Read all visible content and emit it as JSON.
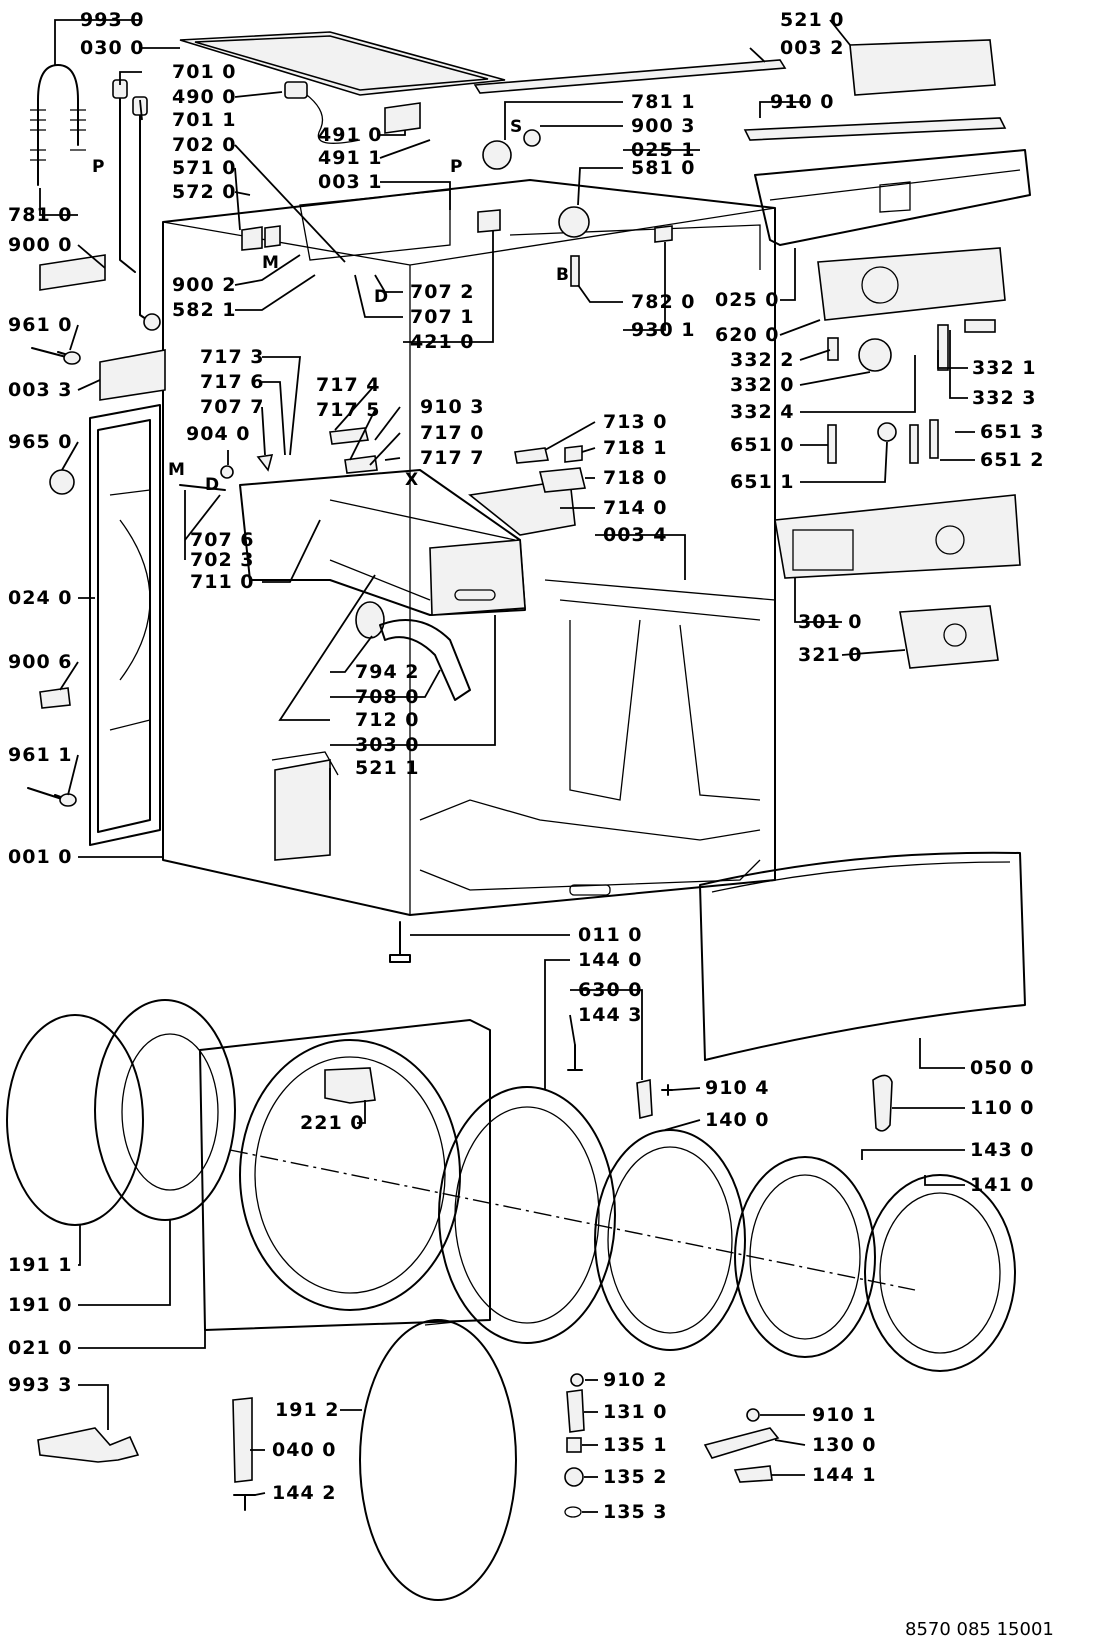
{
  "diagram": {
    "document_number": "8570 085 15001",
    "part_labels": [
      {
        "code": "993 0"
      },
      {
        "code": "030 0"
      },
      {
        "code": "701 0"
      },
      {
        "code": "490 0"
      },
      {
        "code": "701 1"
      },
      {
        "code": "702 0"
      },
      {
        "code": "571 0"
      },
      {
        "code": "572 0"
      },
      {
        "code": "781 0"
      },
      {
        "code": "900 0"
      },
      {
        "code": "900 2"
      },
      {
        "code": "582 1"
      },
      {
        "code": "491 0"
      },
      {
        "code": "491 1"
      },
      {
        "code": "003 1"
      },
      {
        "code": "521 0"
      },
      {
        "code": "003 2"
      },
      {
        "code": "910 0"
      },
      {
        "code": "781 1"
      },
      {
        "code": "900 3"
      },
      {
        "code": "025 1"
      },
      {
        "code": "581 0"
      },
      {
        "code": "782 0"
      },
      {
        "code": "930 1"
      },
      {
        "code": "707 2"
      },
      {
        "code": "707 1"
      },
      {
        "code": "421 0"
      },
      {
        "code": "025 0"
      },
      {
        "code": "620 0"
      },
      {
        "code": "332 2"
      },
      {
        "code": "332 0"
      },
      {
        "code": "332 4"
      },
      {
        "code": "332 1"
      },
      {
        "code": "332 3"
      },
      {
        "code": "651 0"
      },
      {
        "code": "651 1"
      },
      {
        "code": "651 3"
      },
      {
        "code": "651 2"
      },
      {
        "code": "961 0"
      },
      {
        "code": "003 3"
      },
      {
        "code": "965 0"
      },
      {
        "code": "024 0"
      },
      {
        "code": "900 6"
      },
      {
        "code": "961 1"
      },
      {
        "code": "001 0"
      },
      {
        "code": "717 3"
      },
      {
        "code": "717 6"
      },
      {
        "code": "707 7"
      },
      {
        "code": "717 4"
      },
      {
        "code": "717 5"
      },
      {
        "code": "910 3"
      },
      {
        "code": "717 0"
      },
      {
        "code": "717 7"
      },
      {
        "code": "904 0"
      },
      {
        "code": "707 6"
      },
      {
        "code": "702 3"
      },
      {
        "code": "711 0"
      },
      {
        "code": "713 0"
      },
      {
        "code": "718 1"
      },
      {
        "code": "718 0"
      },
      {
        "code": "714 0"
      },
      {
        "code": "003 4"
      },
      {
        "code": "301 0"
      },
      {
        "code": "321 0"
      },
      {
        "code": "794 2"
      },
      {
        "code": "708 0"
      },
      {
        "code": "712 0"
      },
      {
        "code": "303 0"
      },
      {
        "code": "521 1"
      },
      {
        "code": "011 0"
      },
      {
        "code": "144 0"
      },
      {
        "code": "630 0"
      },
      {
        "code": "144 3"
      },
      {
        "code": "910 4"
      },
      {
        "code": "140 0"
      },
      {
        "code": "050 0"
      },
      {
        "code": "110 0"
      },
      {
        "code": "143 0"
      },
      {
        "code": "141 0"
      },
      {
        "code": "221 0"
      },
      {
        "code": "191 1"
      },
      {
        "code": "191 0"
      },
      {
        "code": "021 0"
      },
      {
        "code": "993 3"
      },
      {
        "code": "191 2"
      },
      {
        "code": "040 0"
      },
      {
        "code": "144 2"
      },
      {
        "code": "910 2"
      },
      {
        "code": "131 0"
      },
      {
        "code": "135 1"
      },
      {
        "code": "135 2"
      },
      {
        "code": "135 3"
      },
      {
        "code": "910 1"
      },
      {
        "code": "130 0"
      },
      {
        "code": "144 1"
      }
    ],
    "markers": [
      {
        "text": "P"
      },
      {
        "text": "P"
      },
      {
        "text": "S"
      },
      {
        "text": "M"
      },
      {
        "text": "M"
      },
      {
        "text": "D"
      },
      {
        "text": "D"
      },
      {
        "text": "B"
      },
      {
        "text": "X"
      }
    ]
  }
}
